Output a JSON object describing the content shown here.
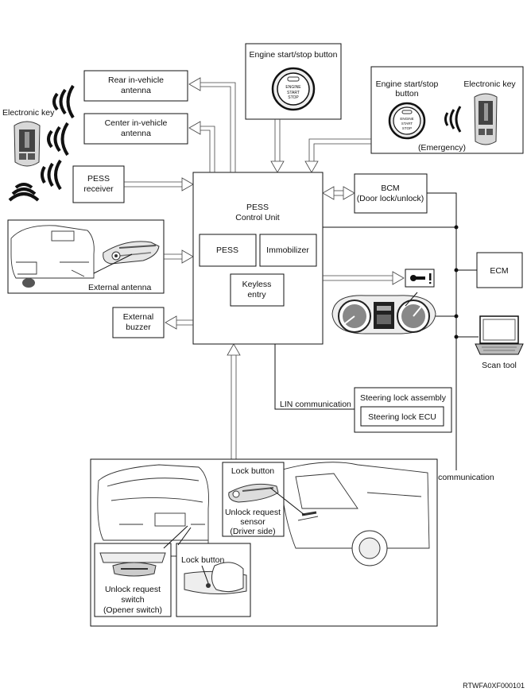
{
  "labels": {
    "rear_antenna": [
      "Rear in-vehicle",
      "antenna"
    ],
    "center_antenna": [
      "Center in-vehicle",
      "antenna"
    ],
    "engine_button": "Engine start/stop button",
    "electronic_key": "Electronic key",
    "pess_receiver": [
      "PESS",
      "receiver"
    ],
    "control_unit": [
      "PESS",
      "Control Unit"
    ],
    "pess": "PESS",
    "immobilizer": "Immobilizer",
    "keyless_entry": [
      "Keyless",
      "entry"
    ],
    "bcm": [
      "BCM",
      "(Door lock/unlock)"
    ],
    "ecm": "ECM",
    "external_antenna": "External antenna",
    "external_buzzer": [
      "External",
      "buzzer"
    ],
    "scan_tool": "Scan tool",
    "lin_communication": "LIN communication",
    "steering_lock_assembly": "Steering lock assembly",
    "steering_lock_ecu": "Steering lock ECU",
    "can_communication": "CAN communication",
    "emergency_engine_button": [
      "Engine start/stop",
      "button"
    ],
    "emergency_electronic_key": "Electronic key",
    "emergency": "(Emergency)",
    "lock_button_driver": "Lock button",
    "unlock_request_sensor": [
      "Unlock request",
      "sensor",
      "(Driver side)"
    ],
    "lock_button_rear": "Lock button",
    "unlock_request_switch": [
      "Unlock request",
      "switch",
      "(Opener switch)"
    ],
    "figure_code": "RTWFA0XF000101",
    "button_face": [
      "ENGINE",
      "START",
      "STOP"
    ]
  }
}
